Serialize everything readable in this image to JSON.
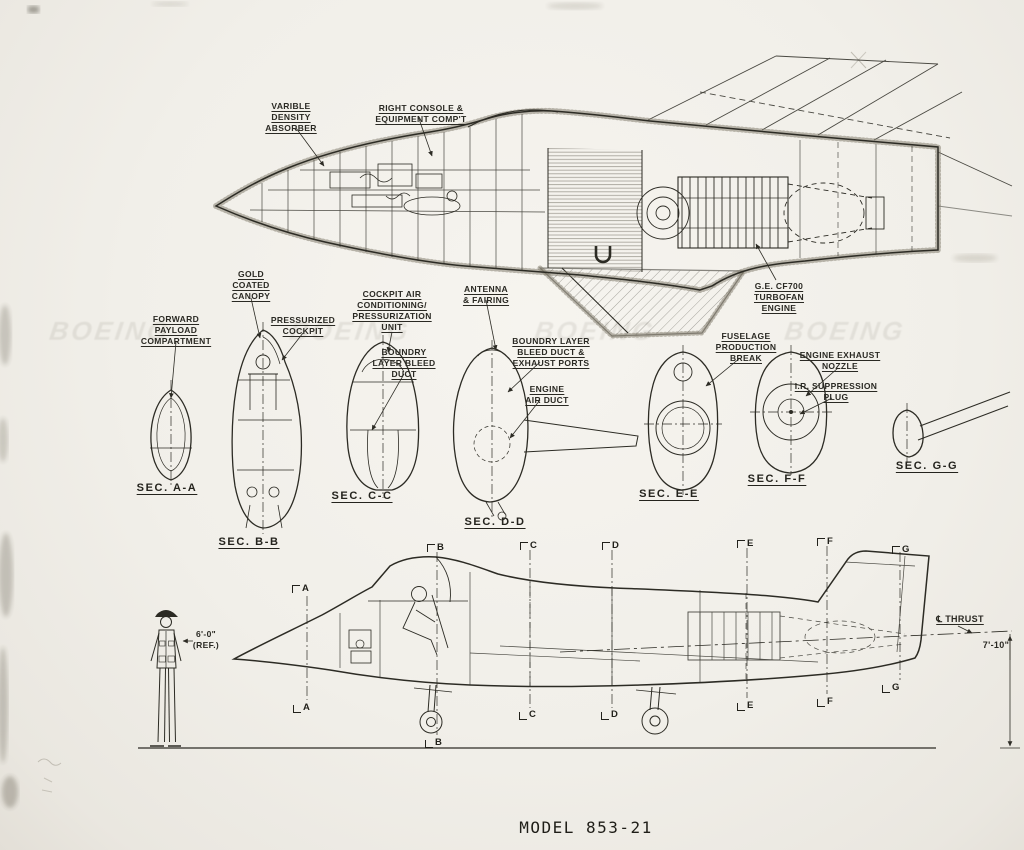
{
  "caption": "MODEL 853-21",
  "watermark": "BOEING",
  "cutaway_view": {
    "labels": {
      "varible_density_absorber": "VARIBLE\nDENSITY\nABSORBER",
      "right_console": "RIGHT CONSOLE &\nEQUIPMENT COMP'T",
      "ge_cf700_engine": "G.E. CF700\nTURBOFAN\nENGINE"
    }
  },
  "sections": {
    "labels": {
      "gold_coated_canopy": "GOLD\nCOATED\nCANOPY",
      "forward_payload_compartment": "FORWARD\nPAYLOAD\nCOMPARTMENT",
      "pressurized_cockpit": "PRESSURIZED\nCOCKPIT",
      "cockpit_air_conditioning": "COCKPIT AIR\nCONDITIONING/\nPRESSURIZATION\nUNIT",
      "boundry_layer_bleed_duct": "BOUNDRY\nLAYER BLEED\nDUCT",
      "antenna_fairing": "ANTENNA\n& FAIRING",
      "boundry_layer_exhaust_ports": "BOUNDRY LAYER\nBLEED DUCT &\nEXHAUST PORTS",
      "engine_air_duct": "ENGINE\nAIR DUCT",
      "fuselage_production_break": "FUSELAGE\nPRODUCTION\nBREAK",
      "engine_exhaust_nozzle": "ENGINE EXHAUST\nNOZZLE",
      "ir_suppression_plug": "I.R. SUPPRESSION\nPLUG"
    },
    "titles": {
      "a": "SEC. A-A",
      "b": "SEC. B-B",
      "c": "SEC. C-C",
      "d": "SEC. D-D",
      "e": "SEC. E-E",
      "f": "SEC. F-F",
      "g": "SEC. G-G"
    }
  },
  "side_view": {
    "height_ref": "6'-0\"\n(REF.)",
    "thrust_label": "℄ THRUST",
    "dim_right": "7'-10\"",
    "markers_top": [
      "A",
      "B",
      "C",
      "D",
      "E",
      "F",
      "G"
    ],
    "markers_bottom": [
      "A",
      "B",
      "C",
      "D",
      "E",
      "F",
      "G"
    ]
  }
}
